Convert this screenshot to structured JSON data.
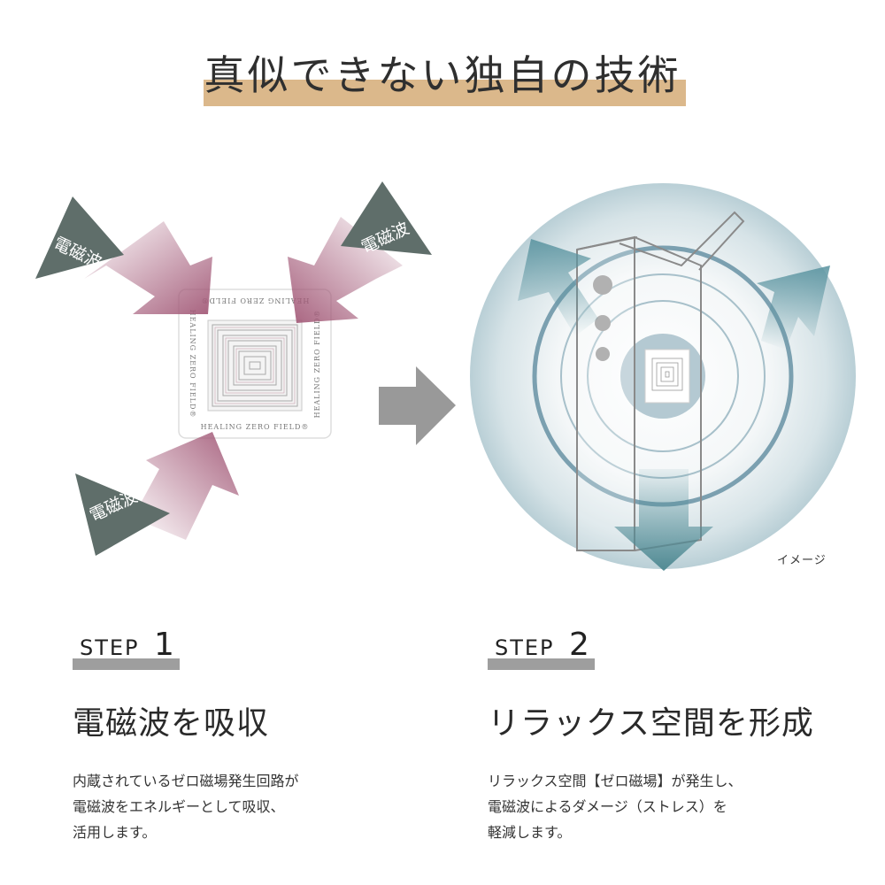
{
  "heading": {
    "title": "真似できない独自の技術"
  },
  "diagram": {
    "left_tags": [
      "電磁波",
      "電磁波",
      "電磁波"
    ],
    "card_text": "HEALING ZERO FIELD®",
    "image_note": "イメージ"
  },
  "steps": [
    {
      "word": "STEP",
      "number": "1",
      "title": "電磁波を吸収",
      "body": [
        "内蔵されているゼロ磁場発生回路が",
        "電磁波をエネルギーとして吸収、",
        "活用します。"
      ]
    },
    {
      "word": "STEP",
      "number": "2",
      "title": "リラックス空間を形成",
      "body": [
        "リラックス空間【ゼロ磁場】が発生し、",
        "電磁波によるダメージ（ストレス）を",
        "軽減します。"
      ]
    }
  ],
  "colors": {
    "heading_band": "#dbb88b",
    "tag_triangle": "#5f6e6a",
    "arrow_pink": "#a35a78",
    "arrow_gray": "#999999",
    "circle_ring": "#6f97a8",
    "arrow_teal": "#5c95a1"
  },
  "icons": [
    "right-arrow-icon",
    "phone-icon"
  ]
}
